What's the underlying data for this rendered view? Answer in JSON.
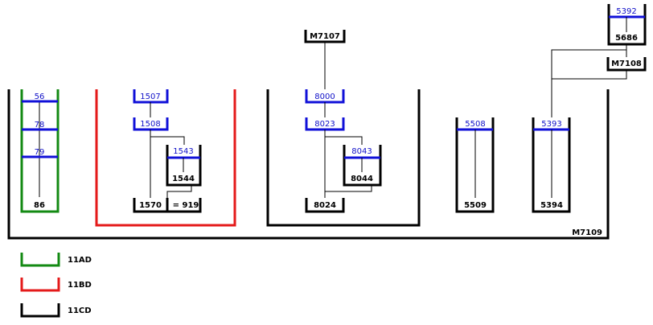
{
  "colors": {
    "green": "#138a13",
    "red": "#e41a1a",
    "black": "#000000",
    "blue": "#1010d8",
    "thin_line": "#000000"
  },
  "labels": {
    "n56": "56",
    "n78": "78",
    "n79": "79",
    "n86": "86",
    "n1507": "1507",
    "n1508": "1508",
    "n1543": "1543",
    "n1544": "1544",
    "n1570": "1570",
    "n919": "= 919",
    "m7107": "M7107",
    "n8000": "8000",
    "n8023": "8023",
    "n8043": "8043",
    "n8044": "8044",
    "n8024": "8024",
    "n5508": "5508",
    "n5509": "5509",
    "n5393": "5393",
    "n5394": "5394",
    "n5392": "5392",
    "n5686": "5686",
    "m7108": "M7108",
    "m7109": "M7109"
  },
  "legend": [
    {
      "label": "11AD",
      "color": "green"
    },
    {
      "label": "11BD",
      "color": "red"
    },
    {
      "label": "11CD",
      "color": "black"
    }
  ]
}
